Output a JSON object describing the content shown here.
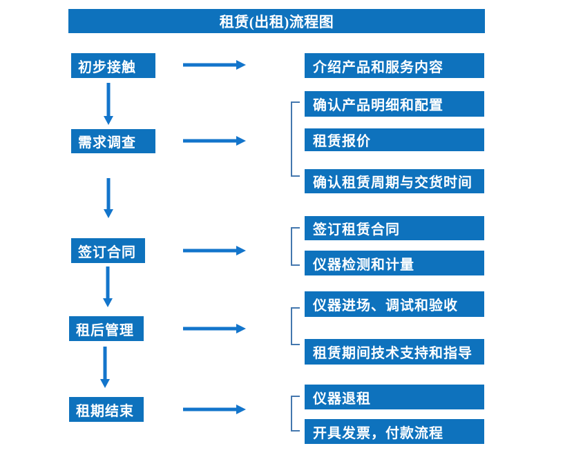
{
  "title": "租赁(出租)流程图",
  "colors": {
    "background": "#ffffff",
    "box_fill": "#0e72bd",
    "arrow": "#1375cb",
    "bracket": "#4377ae",
    "text": "#ffffff"
  },
  "flow": [
    {
      "step": "初步接触",
      "details": [
        "介绍产品和服务内容"
      ]
    },
    {
      "step": "需求调查",
      "details": [
        "确认产品明细和配置",
        "租赁报价",
        "确认租赁周期与交货时间"
      ]
    },
    {
      "step": "签订合同",
      "details": [
        "签订租赁合同",
        "仪器检测和计量"
      ]
    },
    {
      "step": "租后管理",
      "details": [
        "仪器进场、调试和验收",
        "租赁期间技术支持和指导"
      ]
    },
    {
      "step": "租期结束",
      "details": [
        "仪器退租",
        "开具发票，付款流程"
      ]
    }
  ]
}
